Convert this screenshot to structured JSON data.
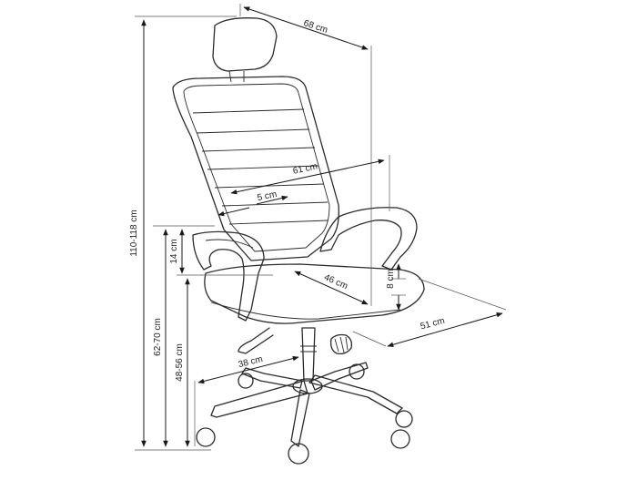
{
  "labels": {
    "depth_total": "68 cm",
    "width_arms": "61 cm",
    "arm_thickness": "5 cm",
    "height_total": "110-118 cm",
    "arm_height_range": "62-70 cm",
    "seat_height_range": "48-56 cm",
    "armrest_height": "14 cm",
    "seat_depth": "46 cm",
    "seat_thickness": "8 cm",
    "seat_width": "51 cm",
    "base_radius": "38 cm"
  }
}
